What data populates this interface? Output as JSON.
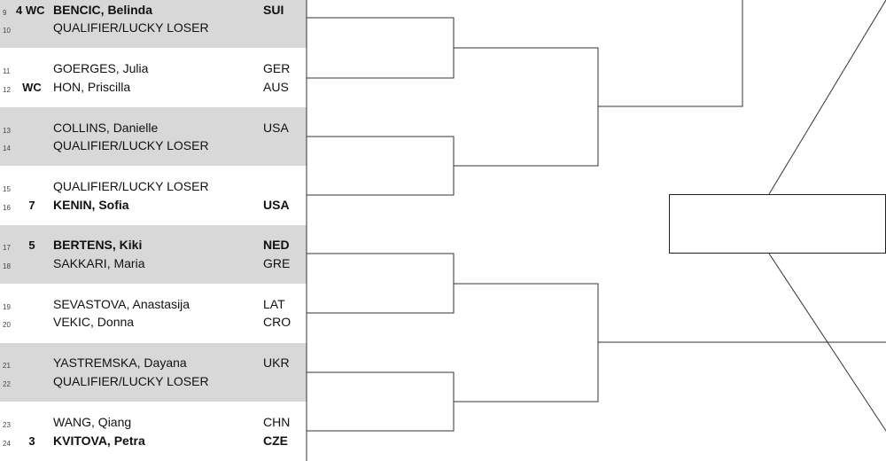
{
  "players": [
    {
      "num": "9",
      "seed": "4 WC",
      "name": "BENCIC, Belinda",
      "country": "SUI",
      "bold": true
    },
    {
      "num": "10",
      "seed": "",
      "name": "QUALIFIER/LUCKY LOSER",
      "country": "",
      "bold": false
    },
    {
      "num": "11",
      "seed": "",
      "name": "GOERGES, Julia",
      "country": "GER",
      "bold": false
    },
    {
      "num": "12",
      "seed": "WC",
      "name": "HON, Priscilla",
      "country": "AUS",
      "bold": false
    },
    {
      "num": "13",
      "seed": "",
      "name": "COLLINS, Danielle",
      "country": "USA",
      "bold": false
    },
    {
      "num": "14",
      "seed": "",
      "name": "QUALIFIER/LUCKY LOSER",
      "country": "",
      "bold": false
    },
    {
      "num": "15",
      "seed": "",
      "name": "QUALIFIER/LUCKY LOSER",
      "country": "",
      "bold": false
    },
    {
      "num": "16",
      "seed": "7",
      "name": "KENIN, Sofia",
      "country": "USA",
      "bold": true
    },
    {
      "num": "17",
      "seed": "5",
      "name": "BERTENS, Kiki",
      "country": "NED",
      "bold": true
    },
    {
      "num": "18",
      "seed": "",
      "name": "SAKKARI, Maria",
      "country": "GRE",
      "bold": false
    },
    {
      "num": "19",
      "seed": "",
      "name": "SEVASTOVA, Anastasija",
      "country": "LAT",
      "bold": false
    },
    {
      "num": "20",
      "seed": "",
      "name": "VEKIC, Donna",
      "country": "CRO",
      "bold": false
    },
    {
      "num": "21",
      "seed": "",
      "name": "YASTREMSKA, Dayana",
      "country": "UKR",
      "bold": false
    },
    {
      "num": "22",
      "seed": "",
      "name": "QUALIFIER/LUCKY LOSER",
      "country": "",
      "bold": false
    },
    {
      "num": "23",
      "seed": "",
      "name": "WANG, Qiang",
      "country": "CHN",
      "bold": false
    },
    {
      "num": "24",
      "seed": "3",
      "name": "KVITOVA, Petra",
      "country": "CZE",
      "bold": true
    }
  ],
  "final_box_text": ""
}
